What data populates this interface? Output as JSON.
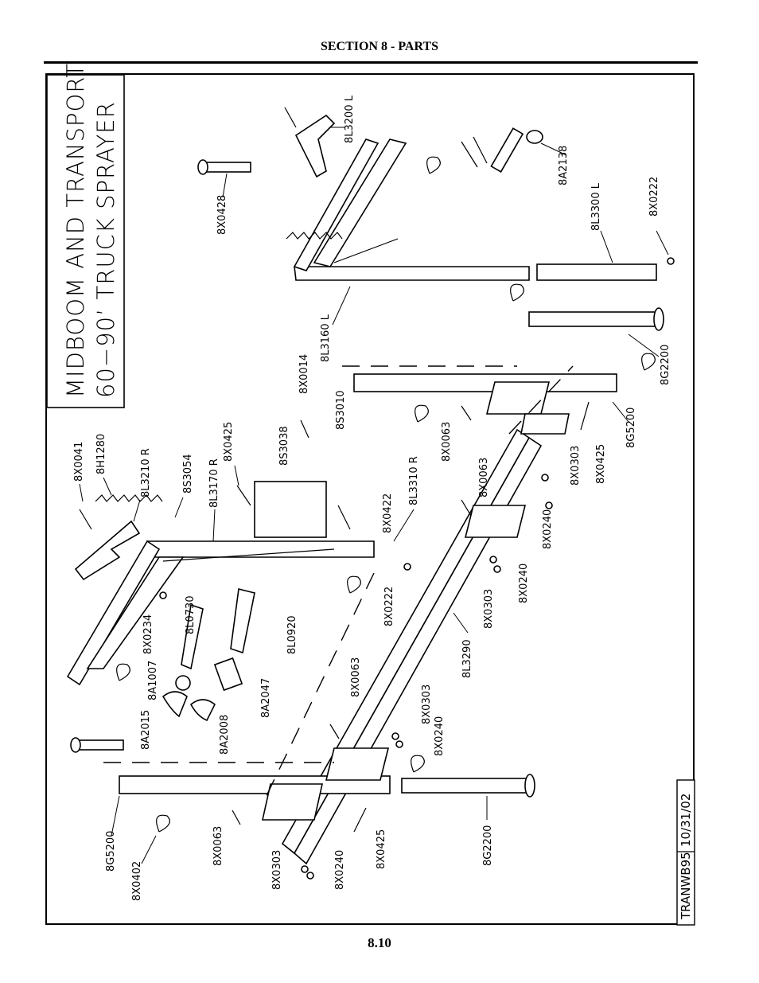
{
  "header": {
    "section": "SECTION 8 - PARTS"
  },
  "title_block": {
    "line1": "MIDBOOM AND TRANSPORT",
    "line2": "60−90’ TRUCK SPRAYER"
  },
  "stamp": {
    "code": "TRANWB95",
    "date": "10/31/02"
  },
  "footer": {
    "page": "8.10"
  },
  "parts": {
    "p_8X0041": "8X0041",
    "p_8H1280": "8H1280",
    "p_8L3210R": "8L3210  R",
    "p_8S3054": "8S3054",
    "p_8L3170R": "8L3170  R",
    "p_8X0425a": "8X0425",
    "p_8S3038": "8S3038",
    "p_8X0014": "8X0014",
    "p_8S3010": "8S3010",
    "p_8L3160L": "8L3160  L",
    "p_8X0428": "8X0428",
    "p_8L3200L": "8L3200  L",
    "p_8A2138": "8A2138",
    "p_8L3300L": "8L3300  L",
    "p_8X0222a": "8X0222",
    "p_8G2200a": "8G2200",
    "p_8G5200a": "8G5200",
    "p_8X0425b": "8X0425",
    "p_8X0303a": "8X0303",
    "p_8X0240a": "8X0240",
    "p_8X0063a": "8X0063",
    "p_8X0063b": "8X0063",
    "p_8L3310R": "8L3310  R",
    "p_8X0422": "8X0422",
    "p_8X0222b": "8X0222",
    "p_8X0303b": "8X0303",
    "p_8X0240b": "8X0240",
    "p_8L3290": "8L3290",
    "p_8X0234": "8X0234",
    "p_8L0730": "8L0730",
    "p_8L0920": "8L0920",
    "p_8A1007": "8A1007",
    "p_8A2015": "8A2015",
    "p_8A2008": "8A2008",
    "p_8A2047": "8A2047",
    "p_8X0063c": "8X0063",
    "p_8X0303c": "8X0303",
    "p_8X0240c": "8X0240",
    "p_8G5200b": "8G5200",
    "p_8X0402": "8X0402",
    "p_8X0063d": "8X0063",
    "p_8X0303d": "8X0303",
    "p_8X0240d": "8X0240",
    "p_8X0425c": "8X0425",
    "p_8G2200b": "8G2200"
  }
}
